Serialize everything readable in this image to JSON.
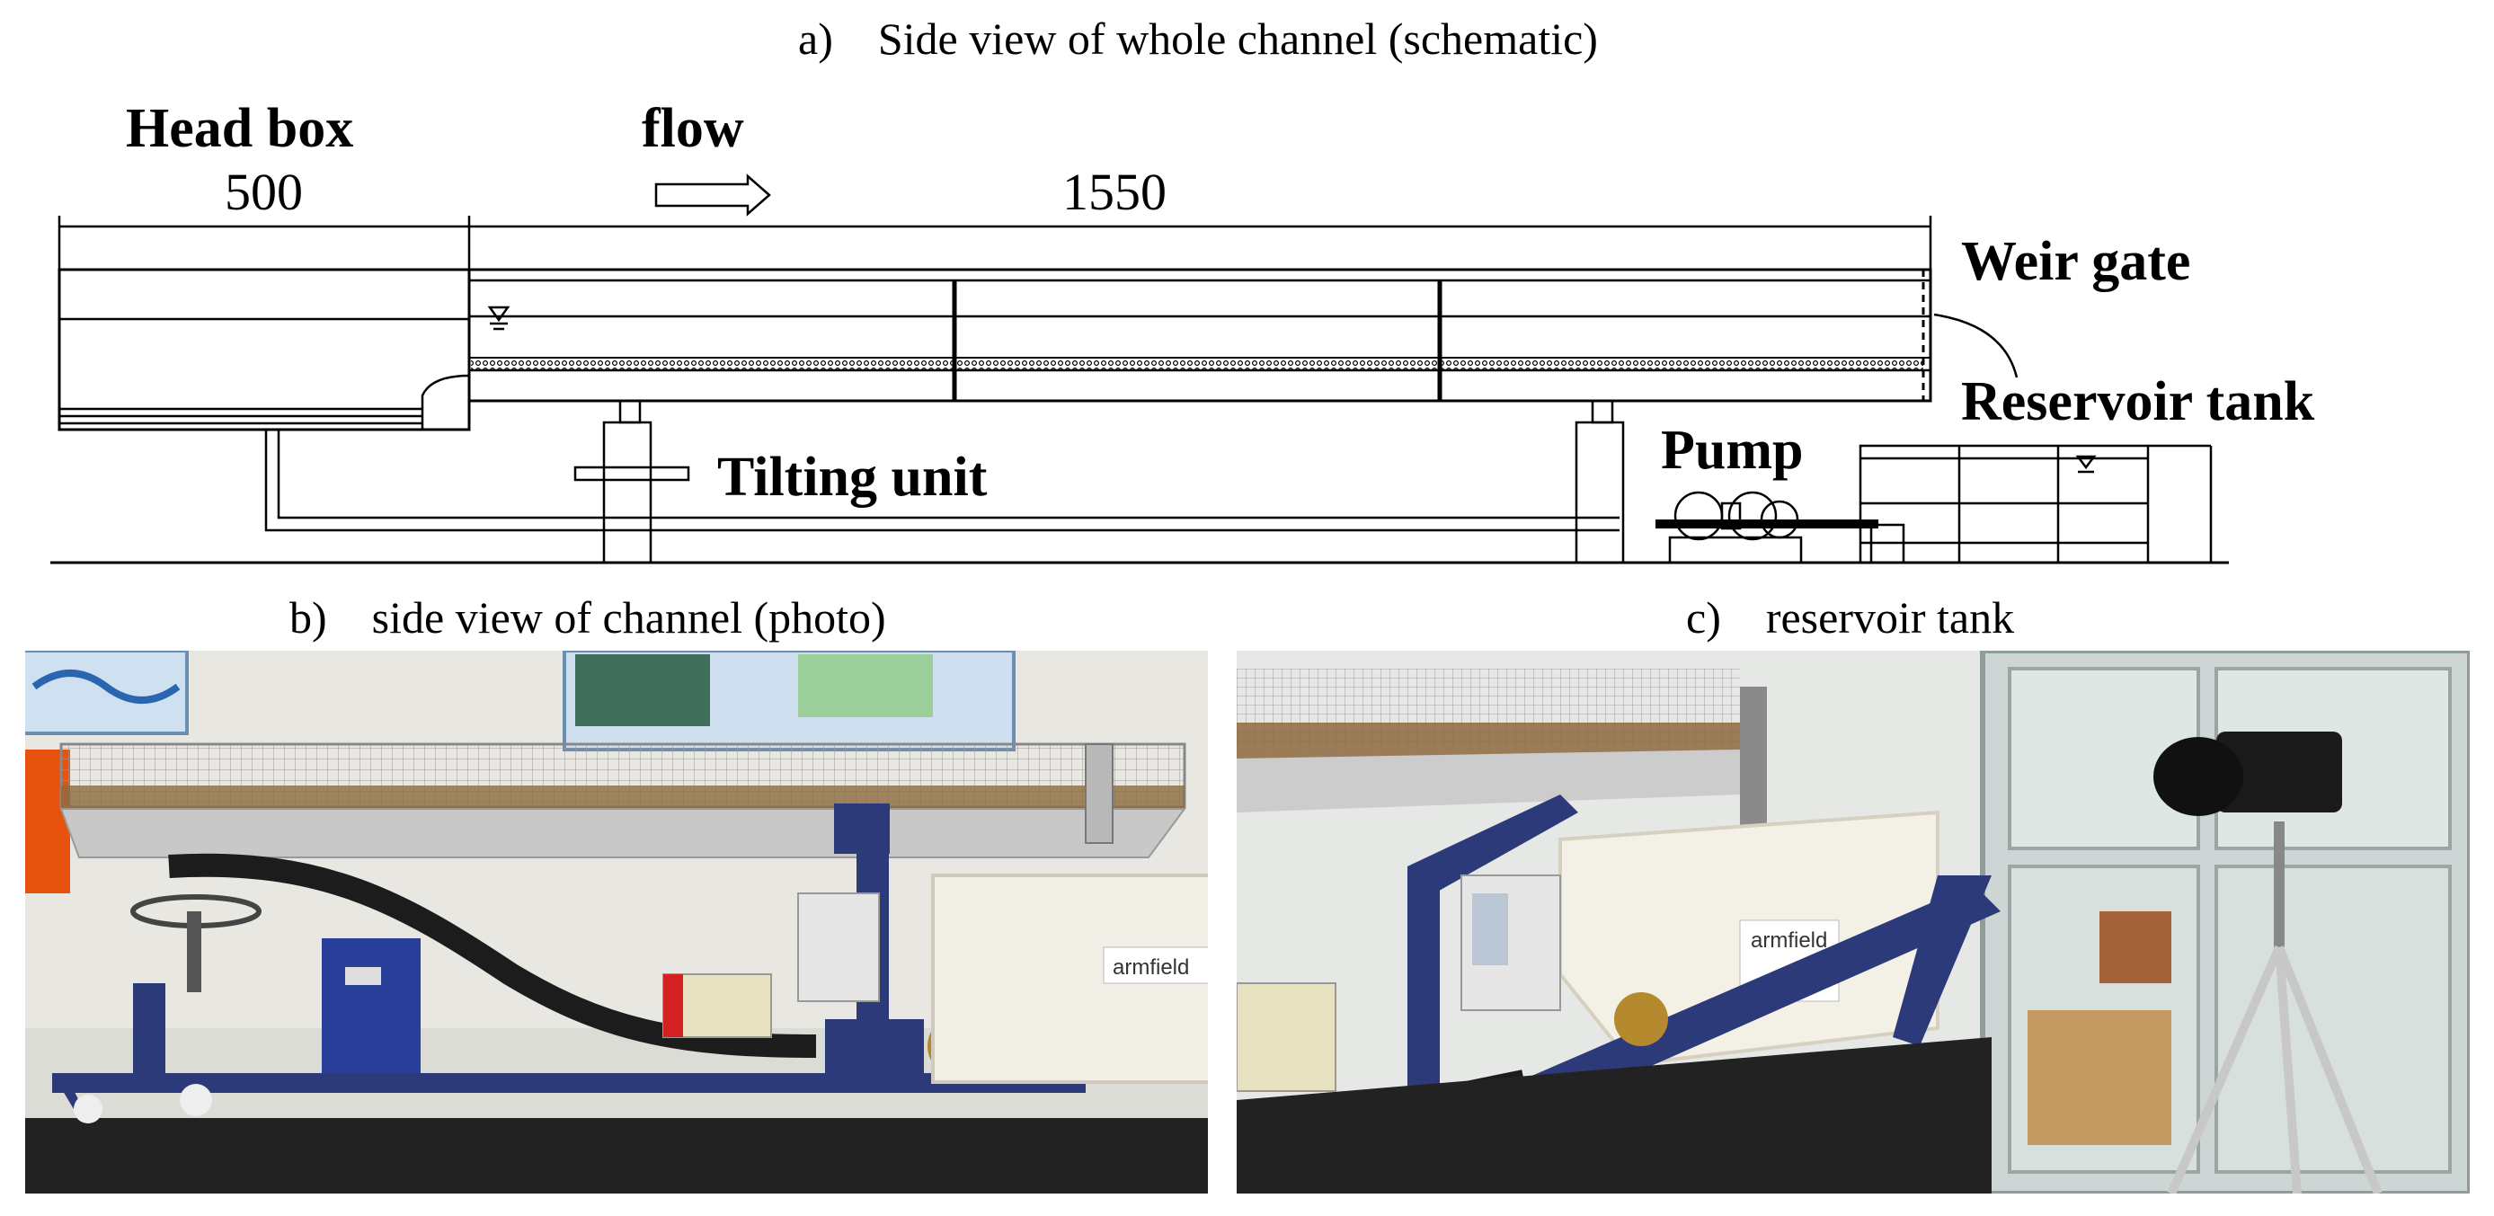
{
  "captions": {
    "a": "a)    Side view of whole channel (schematic)",
    "b": "b)    side view of channel (photo)",
    "c": "c)    reservoir tank"
  },
  "schematic": {
    "labels": {
      "head_box": "Head box",
      "flow": "flow",
      "weir_gate": "Weir gate",
      "reservoir_tank": "Reservoir tank",
      "tilting_unit": "Tilting unit",
      "pump": "Pump"
    },
    "dimensions": {
      "head_box_length": "500",
      "channel_length": "1550"
    }
  },
  "photos": {
    "b": {
      "brand_label": "armfield"
    },
    "c": {
      "brand_label": "armfield"
    }
  }
}
